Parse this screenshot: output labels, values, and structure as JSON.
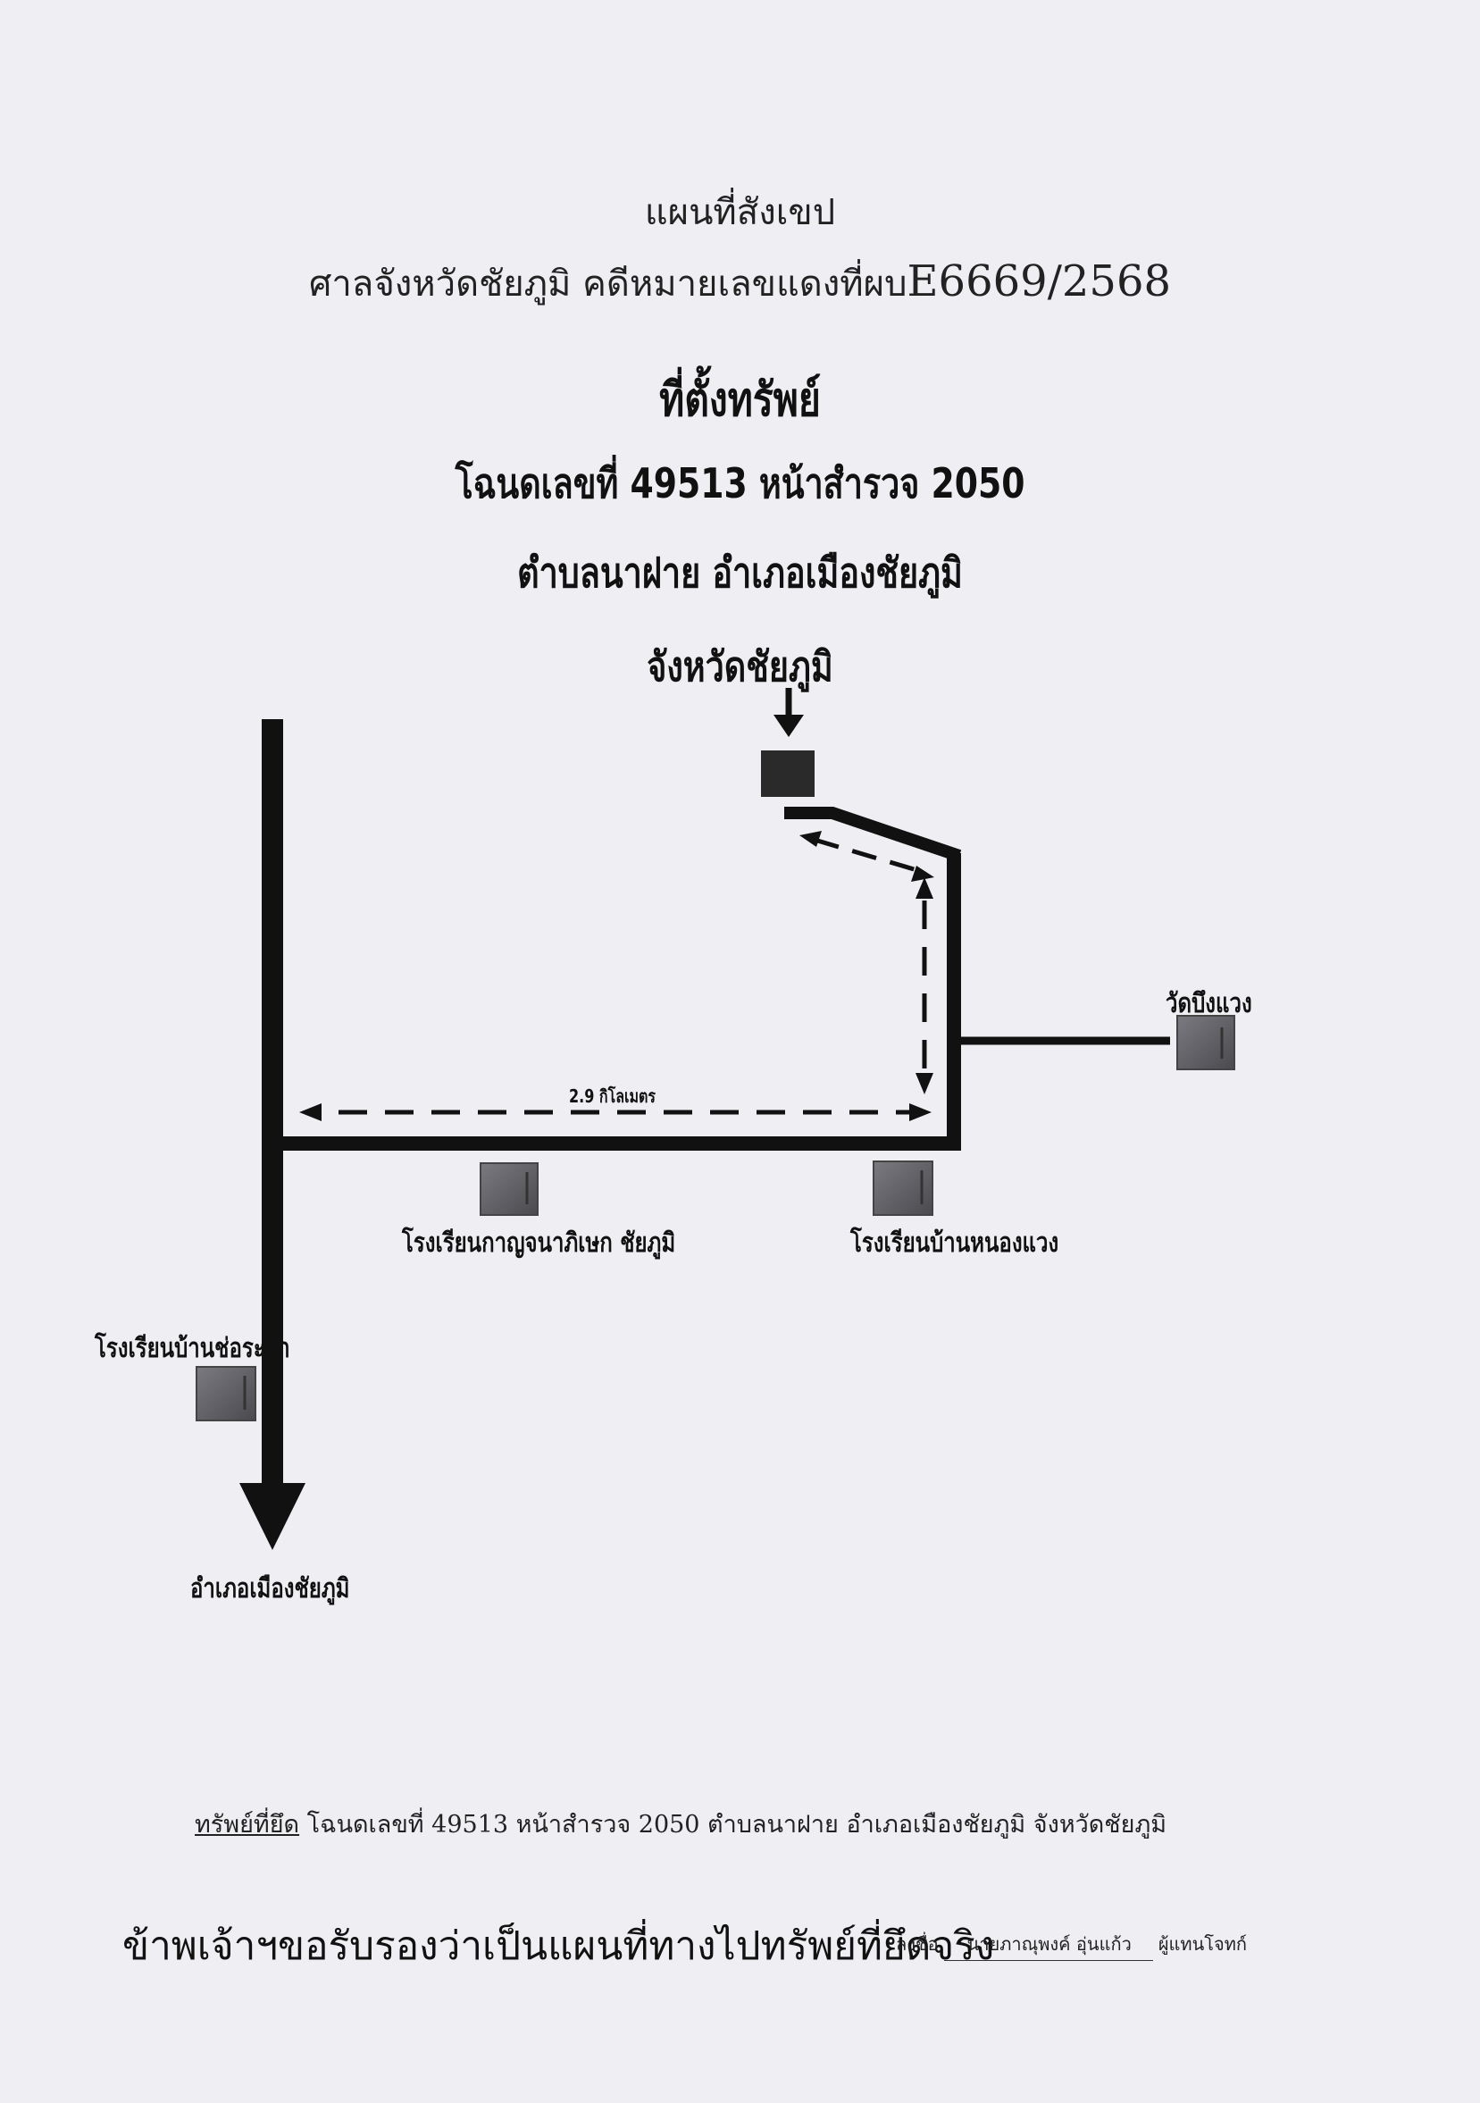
{
  "header": {
    "title": "แผนที่สังเขป",
    "court_prefix": "ศาลจังหวัดชัยภูมิ คดีหมายเลขแดงที่ผบ",
    "case_number": "E6669/2568"
  },
  "property": {
    "heading": "ที่ตั้งทรัพย์",
    "deed": "โฉนดเลขที่ 49513 หน้าสำรวจ 2050",
    "subdistrict_district": "ตำบลนาฝาย อำเภอเมืองชัยภูมิ",
    "province": "จังหวัดชัยภูมิ"
  },
  "map": {
    "distance_label": "2.9 กิโลเมตร",
    "landmarks": {
      "temple": "วัดบึงแวง",
      "school_kanchana": "โรงเรียนกาญจนาภิเษก ชัยภูมิ",
      "school_nong_waeng": "โรงเรียนบ้านหนองแวง",
      "school_chorakha": "โรงเรียนบ้านช่อระกา",
      "district_town": "อำเภอเมืองชัยภูมิ"
    },
    "colors": {
      "road": "#111111",
      "building": "#5a5a5e",
      "target": "#2a2a2a"
    }
  },
  "footer": {
    "seized_label": "ทรัพย์ที่ยึด",
    "seized_text": "โฉนดเลขที่ 49513 หน้าสำรวจ 2050 ตำบลนาฝาย อำเภอเมืองชัยภูมิ จังหวัดชัยภูมิ",
    "certification": "ข้าพเจ้าฯขอรับรองว่าเป็นแผนที่ทางไปทรัพย์ที่ยึดจริง",
    "sign_label": "ลงชื่อ",
    "signer_name": "นายภาณุพงค์ อุ่นแก้ว",
    "signer_role": "ผู้แทนโจทก์"
  }
}
